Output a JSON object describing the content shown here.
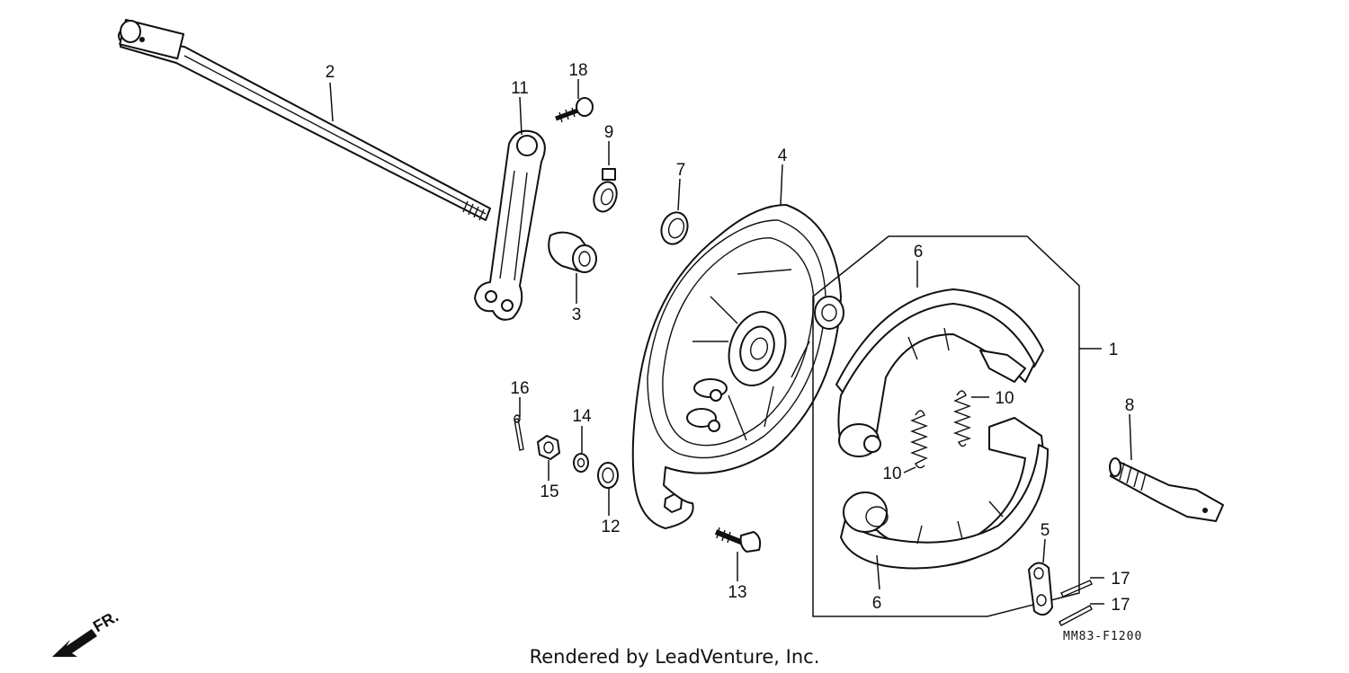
{
  "diagram": {
    "callouts": {
      "p1": "1",
      "p2": "2",
      "p3": "3",
      "p4": "4",
      "p5": "5",
      "p6a": "6",
      "p6b": "6",
      "p7": "7",
      "p8": "8",
      "p9": "9",
      "p10a": "10",
      "p10b": "10",
      "p11": "11",
      "p12": "12",
      "p13": "13",
      "p14": "14",
      "p15": "15",
      "p16": "16",
      "p17a": "17",
      "p17b": "17",
      "p18": "18"
    },
    "direction_label": "FR.",
    "diagram_code": "MM83-F1200",
    "credit": "Rendered by LeadVenture, Inc."
  }
}
